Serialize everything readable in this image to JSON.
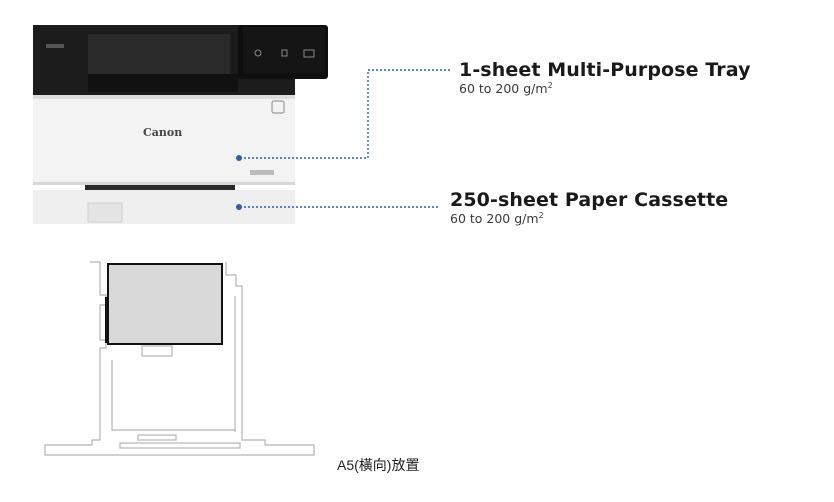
{
  "brand": "Canon",
  "callouts": {
    "tray": {
      "title": "1-sheet Multi-Purpose Tray",
      "sub_prefix": "60 to 200 g/m",
      "sub_sup": "2"
    },
    "cassette": {
      "title": "250-sheet Paper Cassette",
      "sub_prefix": "60 to 200 g/m",
      "sub_sup": "2"
    }
  },
  "caption": "A5(橫向)放置",
  "colors": {
    "callout_dot": "#2e5fa8",
    "printer_top": "#1c1c1c",
    "printer_body": "#f3f3f3"
  }
}
